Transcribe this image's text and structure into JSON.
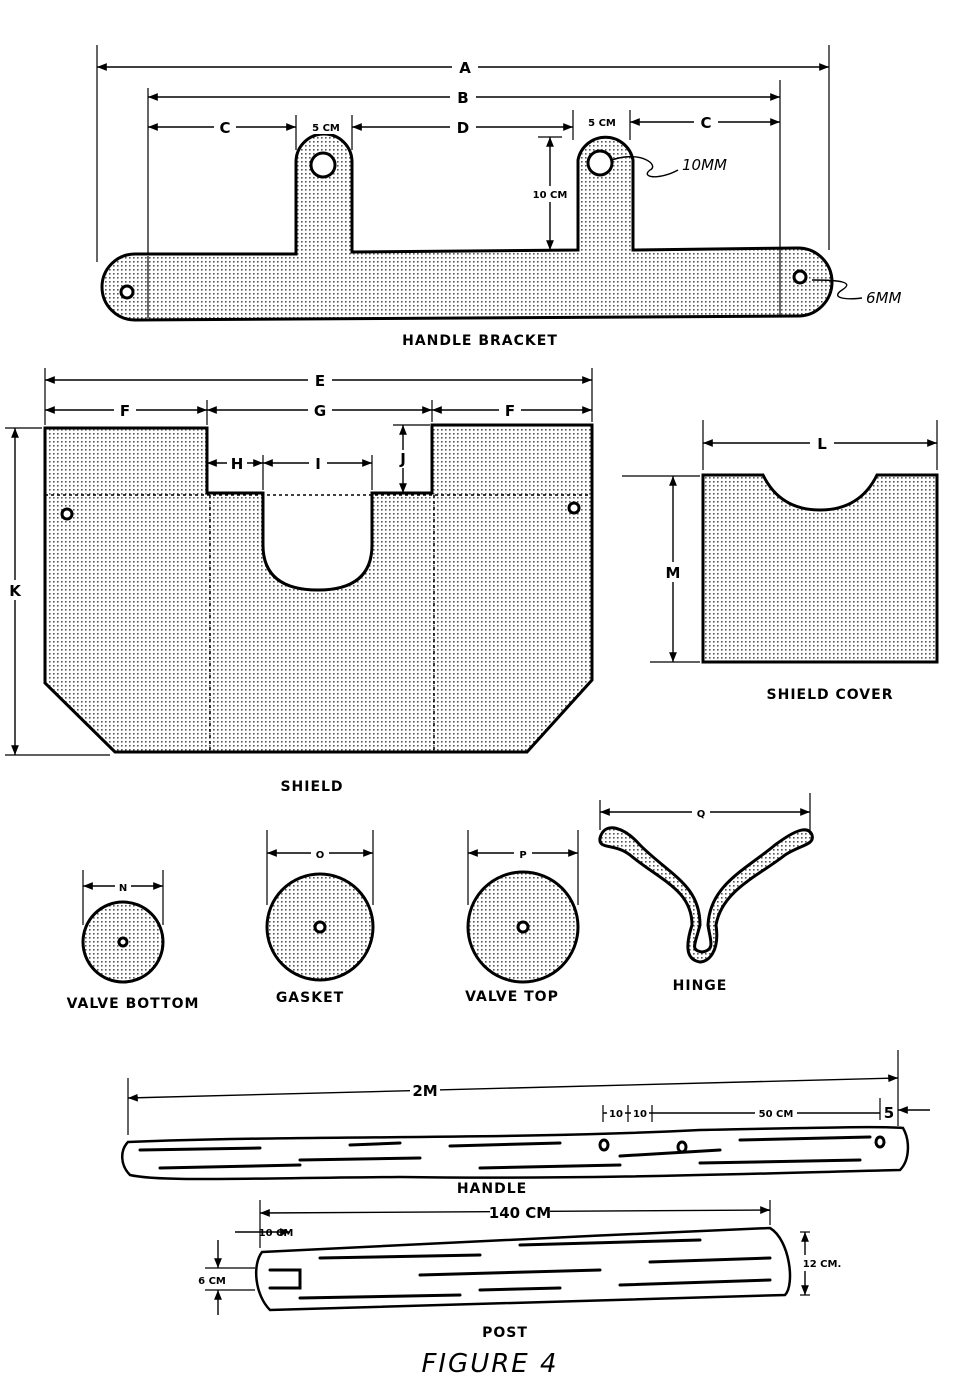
{
  "figure_title": "FIGURE 4",
  "handle_bracket": {
    "caption": "HANDLE BRACKET",
    "dims": {
      "A": "A",
      "B": "B",
      "C_left": "C",
      "tab_left": "5 CM",
      "D": "D",
      "tab_right": "5 CM",
      "C_right": "C",
      "tab_height": "10 CM"
    },
    "hole_large": "10MM",
    "hole_small": "6MM"
  },
  "shield": {
    "caption": "SHIELD",
    "dims": {
      "E": "E",
      "F_left": "F",
      "G": "G",
      "F_right": "F",
      "H": "H",
      "I": "I",
      "J": "J",
      "K": "K"
    }
  },
  "shield_cover": {
    "caption": "SHIELD COVER",
    "dims": {
      "L": "L",
      "M": "M"
    }
  },
  "valve_bottom": {
    "caption": "VALVE BOTTOM",
    "dim": "N"
  },
  "gasket": {
    "caption": "GASKET",
    "dim": "O"
  },
  "valve_top": {
    "caption": "VALVE TOP",
    "dim": "P"
  },
  "hinge": {
    "caption": "HINGE",
    "dim": "Q"
  },
  "handle": {
    "caption": "HANDLE",
    "length": "2M",
    "seg1": "10",
    "seg2": "10",
    "seg3": "50 CM",
    "seg4": "5"
  },
  "post": {
    "caption": "POST",
    "length": "140 CM",
    "notch_len": "10 CM",
    "notch_depth": "6 CM",
    "diameter": "12 CM."
  }
}
